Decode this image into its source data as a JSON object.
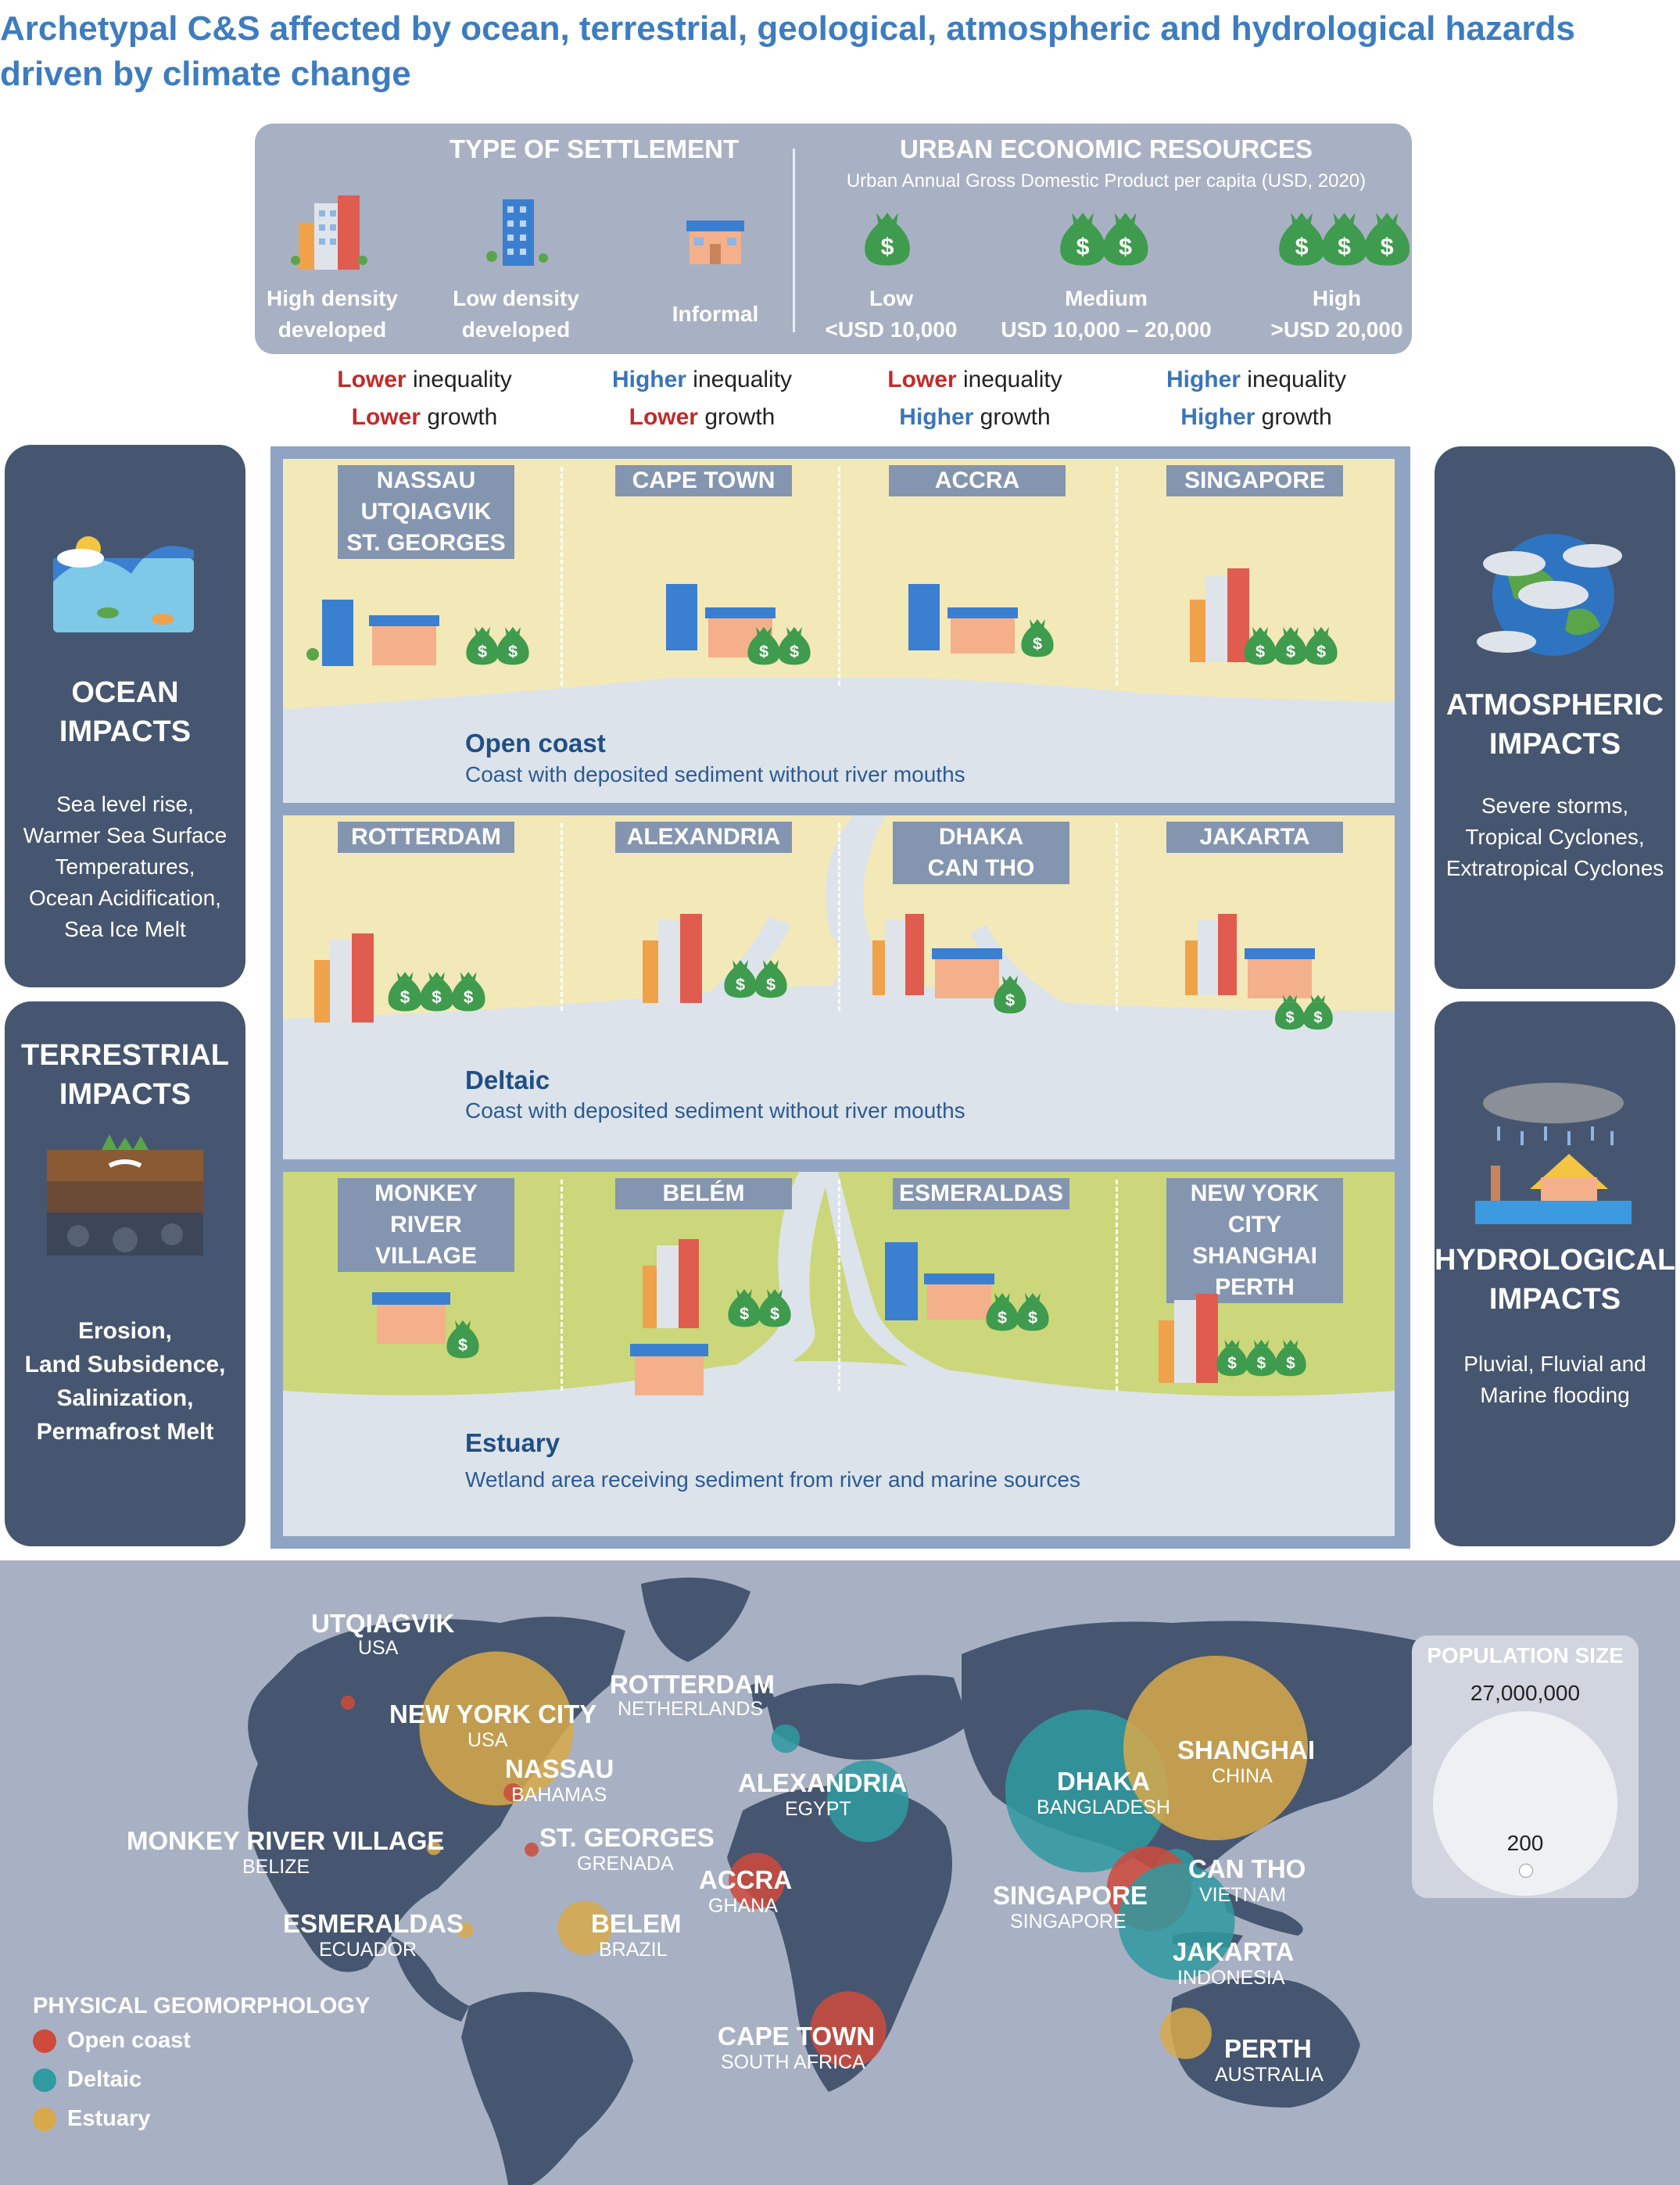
{
  "title": {
    "line1": "Archetypal C&S affected by ocean, terrestrial, geological, atmospheric and hydrological hazards",
    "line2": "driven by climate change"
  },
  "legend": {
    "settlement_header": "TYPE OF SETTLEMENT",
    "settlement_types": [
      {
        "line1": "High density",
        "line2": "developed"
      },
      {
        "line1": "Low density",
        "line2": "developed"
      },
      {
        "line1": "Informal",
        "line2": ""
      }
    ],
    "economic_header": "URBAN ECONOMIC RESOURCES",
    "economic_sub": "Urban Annual Gross Domestic Product per capita (USD, 2020)",
    "economic_levels": [
      {
        "line1": "Low",
        "line2": "<USD 10,000"
      },
      {
        "line1": "Medium",
        "line2": "USD 10,000 – 20,000"
      },
      {
        "line1": "High",
        "line2": ">USD 20,000"
      }
    ]
  },
  "inequality": [
    {
      "a_word": "Lower",
      "a_rest": " inequality",
      "b_word": "Lower",
      "b_rest": " growth",
      "a_color": "#c32a2a",
      "b_color": "#c32a2a"
    },
    {
      "a_word": "Higher",
      "a_rest": " inequality",
      "b_word": "Lower",
      "b_rest": " growth",
      "a_color": "#3b74b8",
      "b_color": "#c32a2a"
    },
    {
      "a_word": "Lower",
      "a_rest": " inequality",
      "b_word": "Higher",
      "b_rest": " growth",
      "a_color": "#c32a2a",
      "b_color": "#3b74b8"
    },
    {
      "a_word": "Higher",
      "a_rest": " inequality",
      "b_word": "Higher",
      "b_rest": " growth",
      "a_color": "#3b74b8",
      "b_color": "#3b74b8"
    }
  ],
  "side_panels": {
    "ocean": {
      "h1": "OCEAN",
      "h2": "IMPACTS",
      "text": [
        "Sea level rise,",
        "Warmer Sea Surface",
        "Temperatures,",
        "Ocean Acidification,",
        "Sea Ice Melt"
      ]
    },
    "terrestrial": {
      "h1": "TERRESTRIAL",
      "h2": "IMPACTS",
      "text": [
        "Erosion,",
        "Land Subsidence,",
        "Salinization,",
        "Permafrost Melt"
      ]
    },
    "atmospheric": {
      "h1": "ATMOSPHERIC",
      "h2": "IMPACTS",
      "text": [
        "Severe storms,",
        "Tropical Cyclones,",
        "Extratropical Cyclones"
      ]
    },
    "hydrological": {
      "h1": "HYDROLOGICAL",
      "h2": "IMPACTS",
      "text": [
        "Pluvial, Fluvial and",
        "Marine flooding"
      ]
    }
  },
  "rows": [
    {
      "title": "Open coast",
      "desc": "Coast with deposited sediment without river mouths",
      "cities": [
        [
          "NASSAU",
          "UTQIAGVIK",
          "ST. GEORGES"
        ],
        [
          "CAPE TOWN"
        ],
        [
          "ACCRA"
        ],
        [
          "SINGAPORE"
        ]
      ]
    },
    {
      "title": "Deltaic",
      "desc": "Coast with deposited sediment without river mouths",
      "cities": [
        [
          "ROTTERDAM"
        ],
        [
          "ALEXANDRIA"
        ],
        [
          "DHAKA",
          "CAN THO"
        ],
        [
          "JAKARTA"
        ]
      ]
    },
    {
      "title": "Estuary",
      "desc": "Wetland area receiving sediment from river and marine sources",
      "cities": [
        [
          "MONKEY RIVER",
          "VILLAGE"
        ],
        [
          "BELÉM"
        ],
        [
          "ESMERALDAS"
        ],
        [
          "NEW YORK CITY",
          "SHANGHAI",
          "PERTH"
        ]
      ]
    }
  ],
  "map": {
    "cities": [
      {
        "name": "UTQIAGVIK",
        "country": "USA",
        "type": "open",
        "pop": 4400
      },
      {
        "name": "NEW YORK CITY",
        "country": "USA",
        "type": "estuary",
        "pop": 18800000
      },
      {
        "name": "NASSAU",
        "country": "BAHAMAS",
        "type": "open",
        "pop": 275000
      },
      {
        "name": "ROTTERDAM",
        "country": "NETHERLANDS",
        "type": "delta",
        "pop": 650000
      },
      {
        "name": "MONKEY RIVER VILLAGE",
        "country": "BELIZE",
        "type": "estuary",
        "pop": 200
      },
      {
        "name": "ST. GEORGES",
        "country": "GRENADA",
        "type": "open",
        "pop": 38000
      },
      {
        "name": "ALEXANDRIA",
        "country": "EGYPT",
        "type": "delta",
        "pop": 5300000
      },
      {
        "name": "ESMERALDAS",
        "country": "ECUADOR",
        "type": "estuary",
        "pop": 200000
      },
      {
        "name": "BELEM",
        "country": "BRAZIL",
        "type": "estuary",
        "pop": 2300000
      },
      {
        "name": "ACCRA",
        "country": "GHANA",
        "type": "open",
        "pop": 2500000
      },
      {
        "name": "CAPE TOWN",
        "country": "SOUTH AFRICA",
        "type": "open",
        "pop": 4600000
      },
      {
        "name": "DHAKA",
        "country": "BANGLADESH",
        "type": "delta",
        "pop": 21000000
      },
      {
        "name": "SHANGHAI",
        "country": "CHINA",
        "type": "estuary",
        "pop": 27000000
      },
      {
        "name": "CAN THO",
        "country": "VIETNAM",
        "type": "delta",
        "pop": 1300000
      },
      {
        "name": "SINGAPORE",
        "country": "SINGAPORE",
        "type": "open",
        "pop": 5700000
      },
      {
        "name": "JAKARTA",
        "country": "INDONESIA",
        "type": "delta",
        "pop": 10800000
      },
      {
        "name": "PERTH",
        "country": "AUSTRALIA",
        "type": "estuary",
        "pop": 2100000
      }
    ],
    "population": {
      "header": "POPULATION SIZE",
      "max_label": "27,000,000",
      "min_label": "200"
    },
    "geomorphology": {
      "header": "PHYSICAL GEOMORPHOLOGY",
      "items": [
        {
          "label": "Open coast",
          "color": "#cf4a3b"
        },
        {
          "label": "Deltaic",
          "color": "#2f9aa0"
        },
        {
          "label": "Estuary",
          "color": "#d8a94a"
        }
      ]
    }
  },
  "colors": {
    "panel_dark": "#465670",
    "panel_light": "#a8b1c3",
    "open_coast": "#cf4a3b",
    "deltaic": "#2f9aa0",
    "estuary": "#d8a94a",
    "money_green": "#3f9b4d",
    "title_blue": "#3d7cbf"
  }
}
